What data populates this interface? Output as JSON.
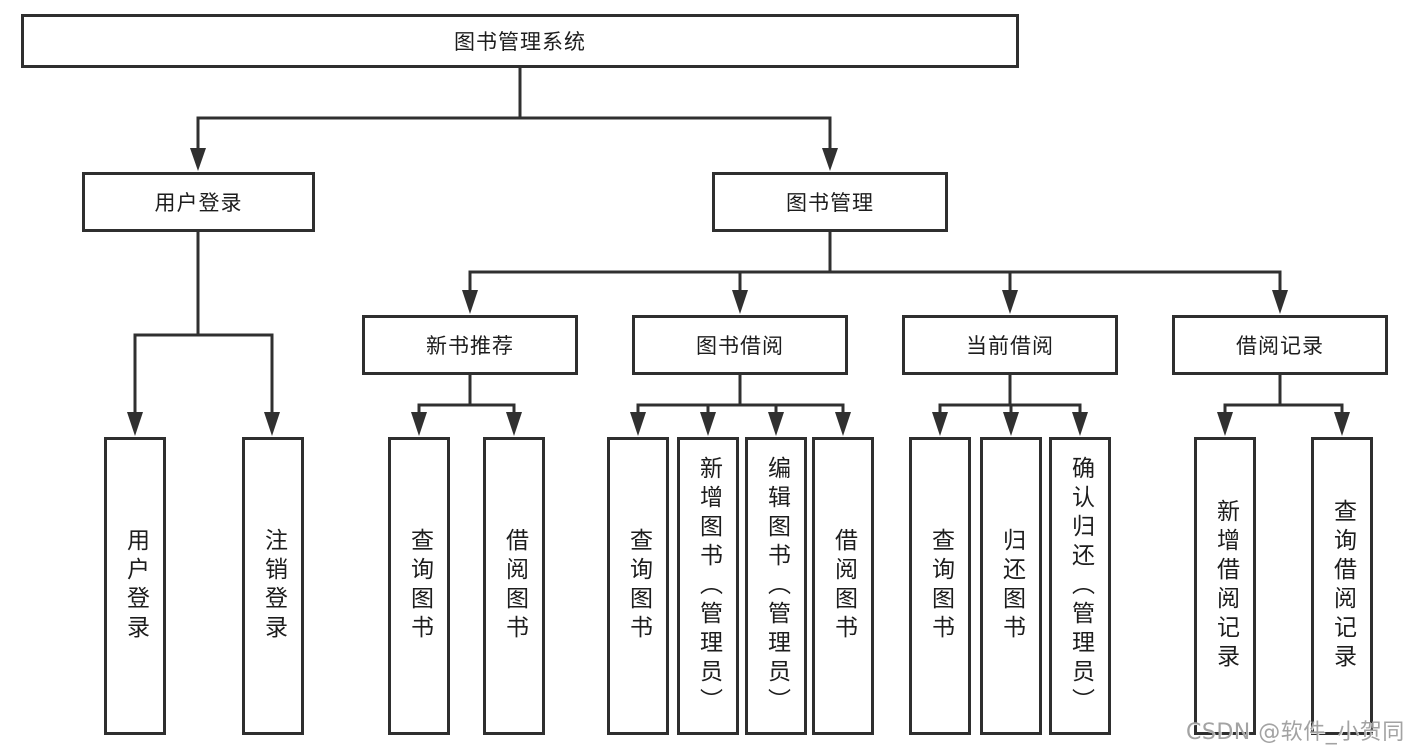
{
  "diagram": {
    "title": "图书管理系统",
    "branches": [
      {
        "label": "用户登录",
        "children": [
          {
            "label": "用户登录"
          },
          {
            "label": "注销登录"
          }
        ]
      },
      {
        "label": "图书管理",
        "children": [
          {
            "label": "新书推荐",
            "children": [
              {
                "label": "查询图书"
              },
              {
                "label": "借阅图书"
              }
            ]
          },
          {
            "label": "图书借阅",
            "children": [
              {
                "label": "查询图书"
              },
              {
                "label": "新增图书（管理员）"
              },
              {
                "label": "编辑图书（管理员）"
              },
              {
                "label": "借阅图书"
              }
            ]
          },
          {
            "label": "当前借阅",
            "children": [
              {
                "label": "查询图书"
              },
              {
                "label": "归还图书"
              },
              {
                "label": "确认归还（管理员）"
              }
            ]
          },
          {
            "label": "借阅记录",
            "children": [
              {
                "label": "新增借阅记录"
              },
              {
                "label": "查询借阅记录"
              }
            ]
          }
        ]
      }
    ]
  },
  "watermark": {
    "text": "CSDN @软件_小贺同学"
  },
  "colors": {
    "line": "#303030",
    "box_border": "#2f2f2f",
    "text": "#1d1d1d",
    "background": "#ffffff",
    "watermark": "#a3a3a3"
  }
}
